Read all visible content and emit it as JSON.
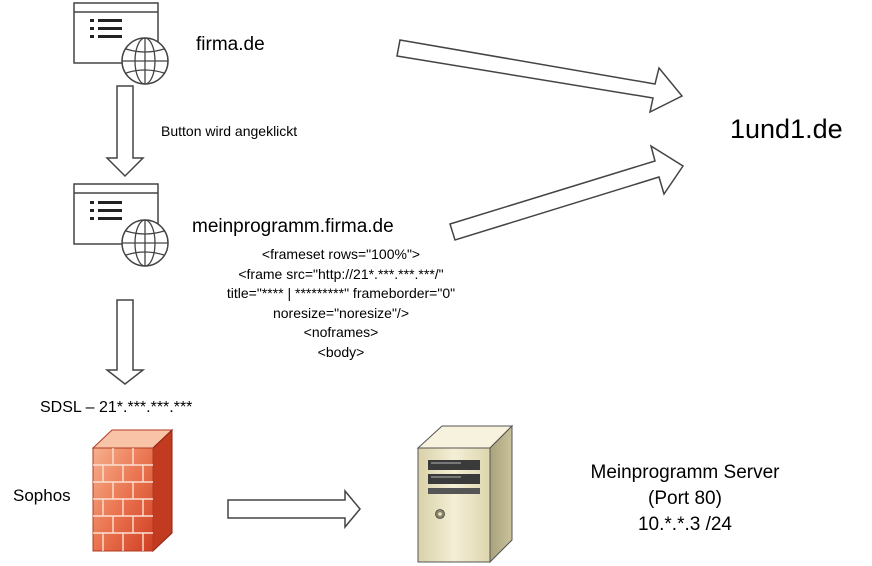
{
  "nodes": {
    "site1": {
      "label": "firma.de"
    },
    "site2": {
      "label": "meinprogramm.firma.de"
    },
    "target": {
      "label": "1und1.de"
    },
    "firewall": {
      "label": "Sophos"
    },
    "wan": {
      "label": "SDSL – 21*.***.***.***"
    },
    "server": {
      "lines": [
        "Meinprogramm Server",
        "(Port 80)",
        "10.*.*.3 /24"
      ]
    }
  },
  "edges": {
    "click": {
      "label": "Button wird angeklickt"
    }
  },
  "code_lines": [
    "<frameset rows=\"100%\">",
    "<frame src=\"http://21*.***.***.***/\"",
    "title=\"**** | *********\" frameborder=\"0\"",
    "noresize=\"noresize\"/>",
    "<noframes>",
    "<body>"
  ],
  "colors": {
    "firewall_light": "#f4a27c",
    "firewall_dark": "#d4472a",
    "server_body": "#ede7c6",
    "stroke": "#333333"
  },
  "icons": [
    "browser-globe-icon",
    "firewall-icon",
    "server-tower-icon"
  ]
}
